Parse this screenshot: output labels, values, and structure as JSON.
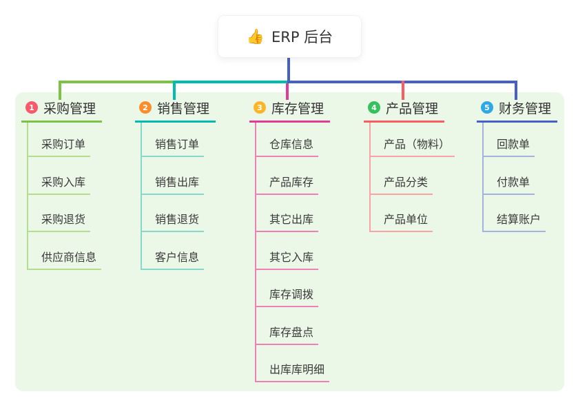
{
  "root": {
    "icon": "👍",
    "label": "ERP 后台"
  },
  "panel_bg": "#ebf7e7",
  "branches": [
    {
      "num": "1",
      "label": "采购管理",
      "badge_color": "#f8596b",
      "line_color": "#7cc244",
      "light_color": "#b3dc8d",
      "children": [
        "采购订单",
        "采购入库",
        "采购退货",
        "供应商信息"
      ]
    },
    {
      "num": "2",
      "label": "销售管理",
      "badge_color": "#fa8e2d",
      "line_color": "#00bcae",
      "light_color": "#84d8cc",
      "children": [
        "销售订单",
        "销售出库",
        "销售退货",
        "客户信息"
      ]
    },
    {
      "num": "3",
      "label": "库存管理",
      "badge_color": "#fcb42a",
      "line_color": "#e23b95",
      "light_color": "#f07fb8",
      "children": [
        "仓库信息",
        "产品库存",
        "其它出库",
        "其它入库",
        "库存调拨",
        "库存盘点",
        "出库库明细"
      ]
    },
    {
      "num": "4",
      "label": "产品管理",
      "badge_color": "#34c15e",
      "line_color": "#fb5c5f",
      "light_color": "#f9a3a3",
      "children": [
        "产品（物料）",
        "产品分类",
        "产品单位"
      ]
    },
    {
      "num": "5",
      "label": "财务管理",
      "badge_color": "#2ea9e5",
      "line_color": "#4560c8",
      "light_color": "#a3b3dd",
      "children": [
        "回款单",
        "付款单",
        "结算账户"
      ]
    }
  ]
}
